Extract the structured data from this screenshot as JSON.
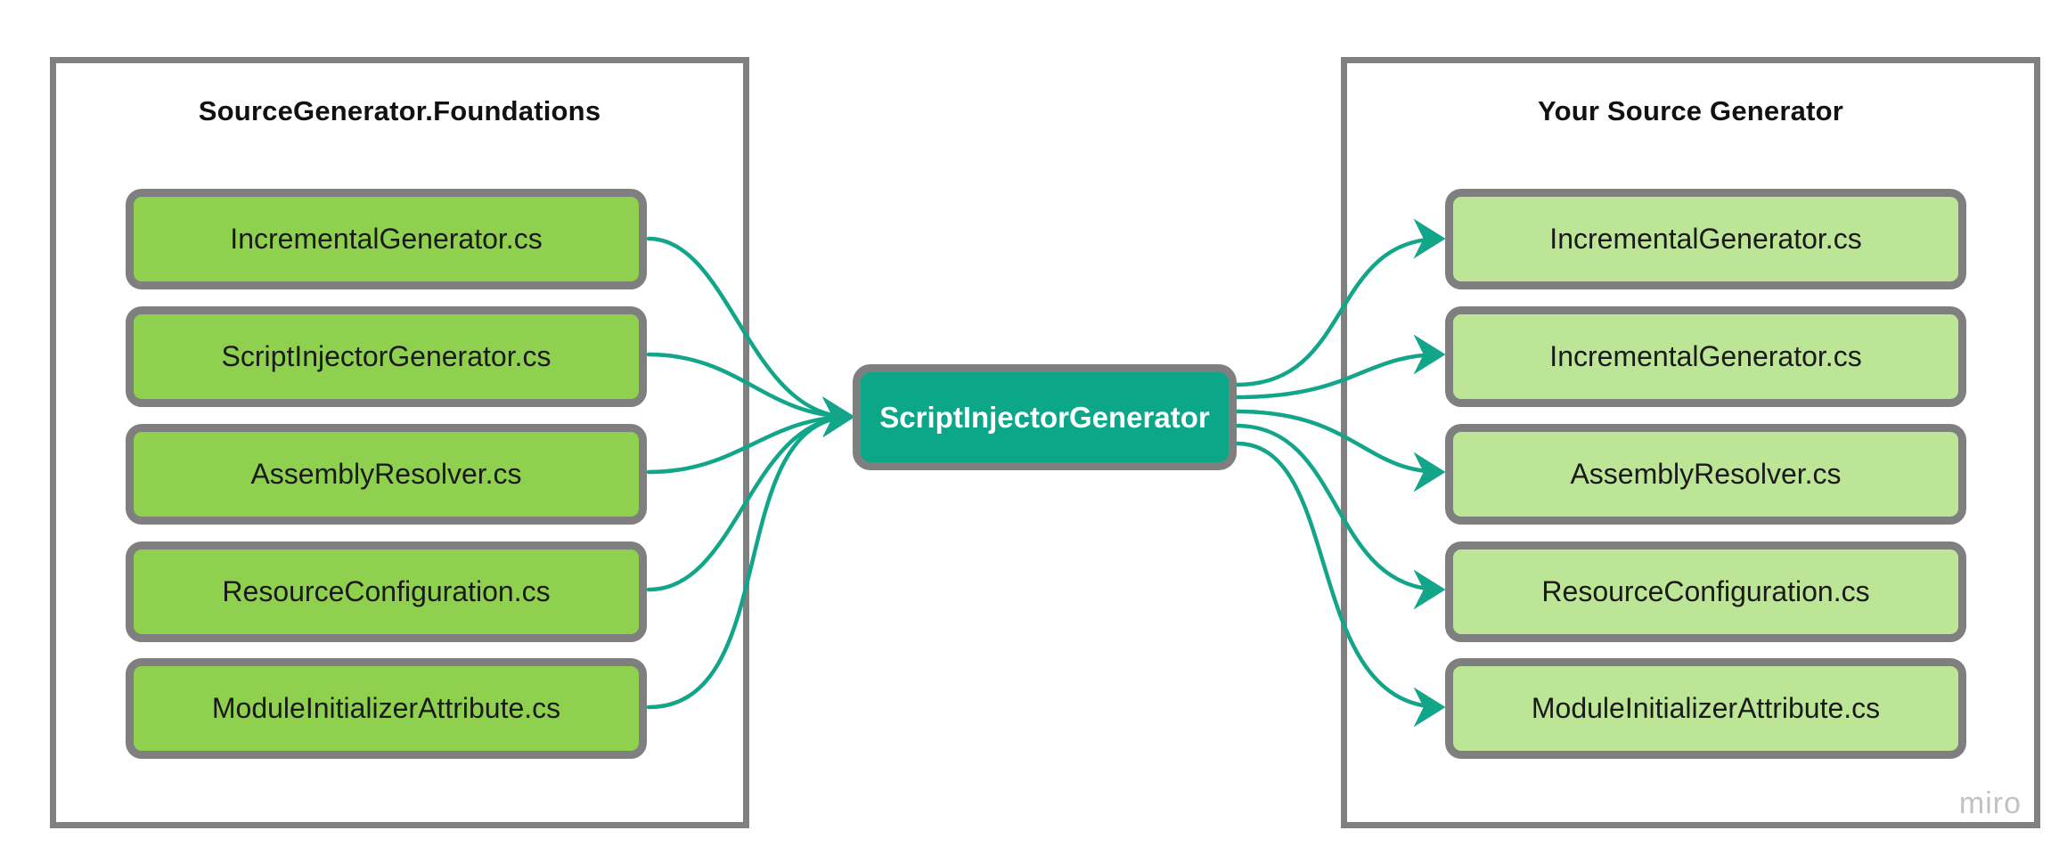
{
  "left_panel": {
    "title": "SourceGenerator.Foundations",
    "files": [
      "IncrementalGenerator.cs",
      "ScriptInjectorGenerator.cs",
      "AssemblyResolver.cs",
      "ResourceConfiguration.cs",
      "ModuleInitializerAttribute.cs"
    ]
  },
  "center": {
    "label": "ScriptInjectorGenerator"
  },
  "right_panel": {
    "title": "Your Source Generator",
    "files": [
      "IncrementalGenerator.cs",
      "IncrementalGenerator.cs",
      "AssemblyResolver.cs",
      "ResourceConfiguration.cs",
      "ModuleInitializerAttribute.cs"
    ]
  },
  "watermark": "miro",
  "colors": {
    "left_box_fill": "#8fd14f",
    "right_box_fill": "#bde596",
    "center_fill": "#0ca789",
    "connector": "#12a58a",
    "border": "#7f7f7f"
  }
}
